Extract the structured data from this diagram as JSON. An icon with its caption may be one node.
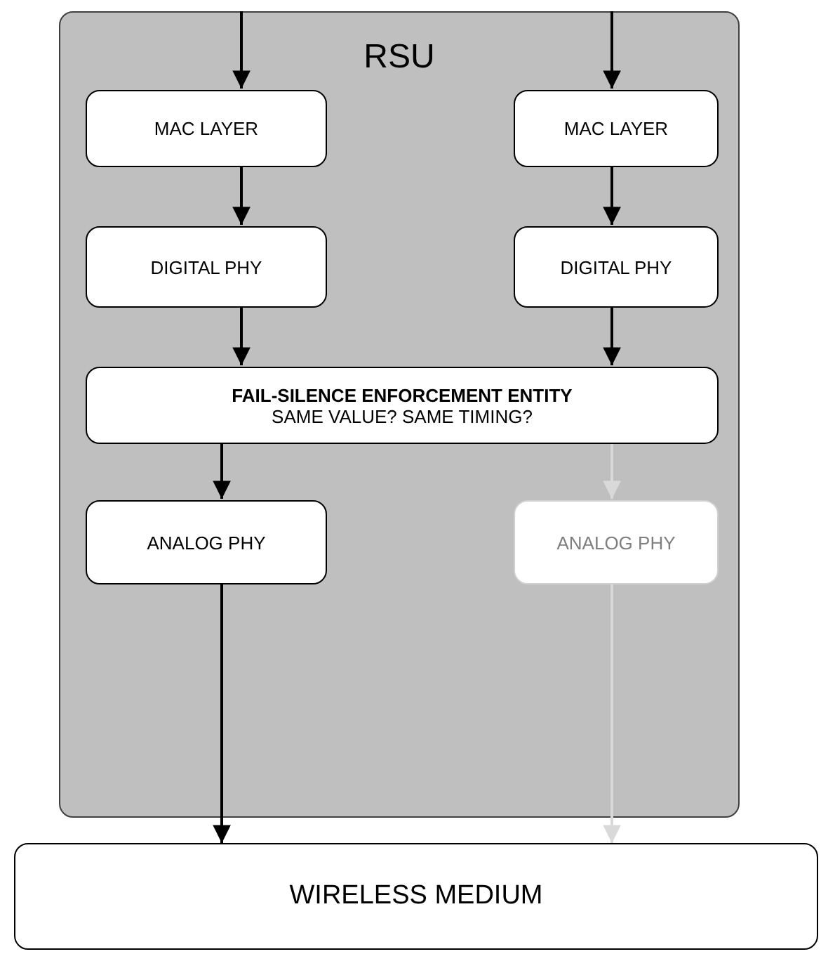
{
  "diagram": {
    "nodes": [
      {
        "text": [
          "RSU"
        ]
      },
      {
        "text": [
          "MAC LAYER"
        ],
        "in": 0
      },
      {
        "text": [
          "MAC LAYER"
        ],
        "in": 0
      },
      {
        "text": [
          "DIGITAL PHY"
        ],
        "in": 0
      },
      {
        "text": [
          "DIGITAL PHY"
        ],
        "in": 0
      },
      {
        "text": [
          "FAIL-SILENCE ENFORCEMENT ENTITY",
          "SAME VALUE? SAME TIMING?"
        ],
        "in": 0
      },
      {
        "text": [
          "ANALOG PHY"
        ],
        "in": 0
      },
      {
        "text": [
          "ANALOG PHY"
        ],
        "in": 0
      },
      {
        "text": [
          "WIRELESS MEDIUM"
        ]
      }
    ],
    "edges": [
      {
        "from": null,
        "to": 1,
        "arrow": "to"
      },
      {
        "from": null,
        "to": 2,
        "arrow": "to"
      },
      {
        "from": 1,
        "to": 3,
        "arrow": "to"
      },
      {
        "from": 2,
        "to": 4,
        "arrow": "to"
      },
      {
        "from": 3,
        "to": 5,
        "arrow": "to"
      },
      {
        "from": 4,
        "to": 5,
        "arrow": "to"
      },
      {
        "from": 5,
        "to": 6,
        "arrow": "to"
      },
      {
        "from": 5,
        "to": 7,
        "arrow": "to",
        "color": "#d9d9d9"
      },
      {
        "from": 6,
        "to": 8,
        "arrow": "to"
      },
      {
        "from": 7,
        "to": 8,
        "arrow": "to",
        "color": "#d9d9d9"
      }
    ]
  }
}
